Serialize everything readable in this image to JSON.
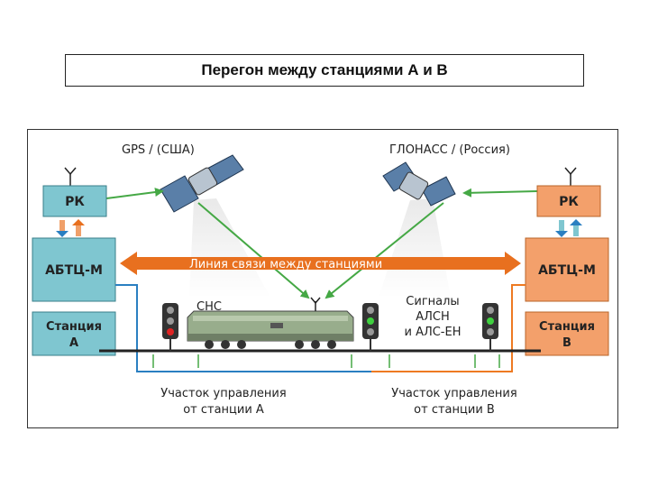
{
  "title": "Перегон между станциями А и В",
  "satellites": {
    "left": "GPS / (США)",
    "right": "ГЛОНАСС / (Россия)"
  },
  "left": {
    "rk": "РК",
    "abtc": "АБТЦ-М",
    "station_line1": "Станция",
    "station_line2": "А"
  },
  "right": {
    "rk": "РК",
    "abtc": "АБТЦ-М",
    "station_line1": "Станция",
    "station_line2": "В"
  },
  "link_label": "Линия связи между станциями",
  "sns_label": "СНС",
  "signals": {
    "line1": "Сигналы",
    "line2": "АЛСН",
    "line3": "и АЛС-ЕН"
  },
  "zone_a": {
    "line1": "Участок управления",
    "line2": "от станции А"
  },
  "zone_b": {
    "line1": "Участок управления",
    "line2": "от станции В"
  },
  "colors": {
    "blue_box": "#7fc6d0",
    "orange_box": "#f3a06b",
    "orange_arrow": "#e8701f",
    "green_line": "#45a845",
    "blue_line": "#2a7fc1",
    "orange_line": "#ee7a22",
    "loco_body": "#98ad8c"
  }
}
